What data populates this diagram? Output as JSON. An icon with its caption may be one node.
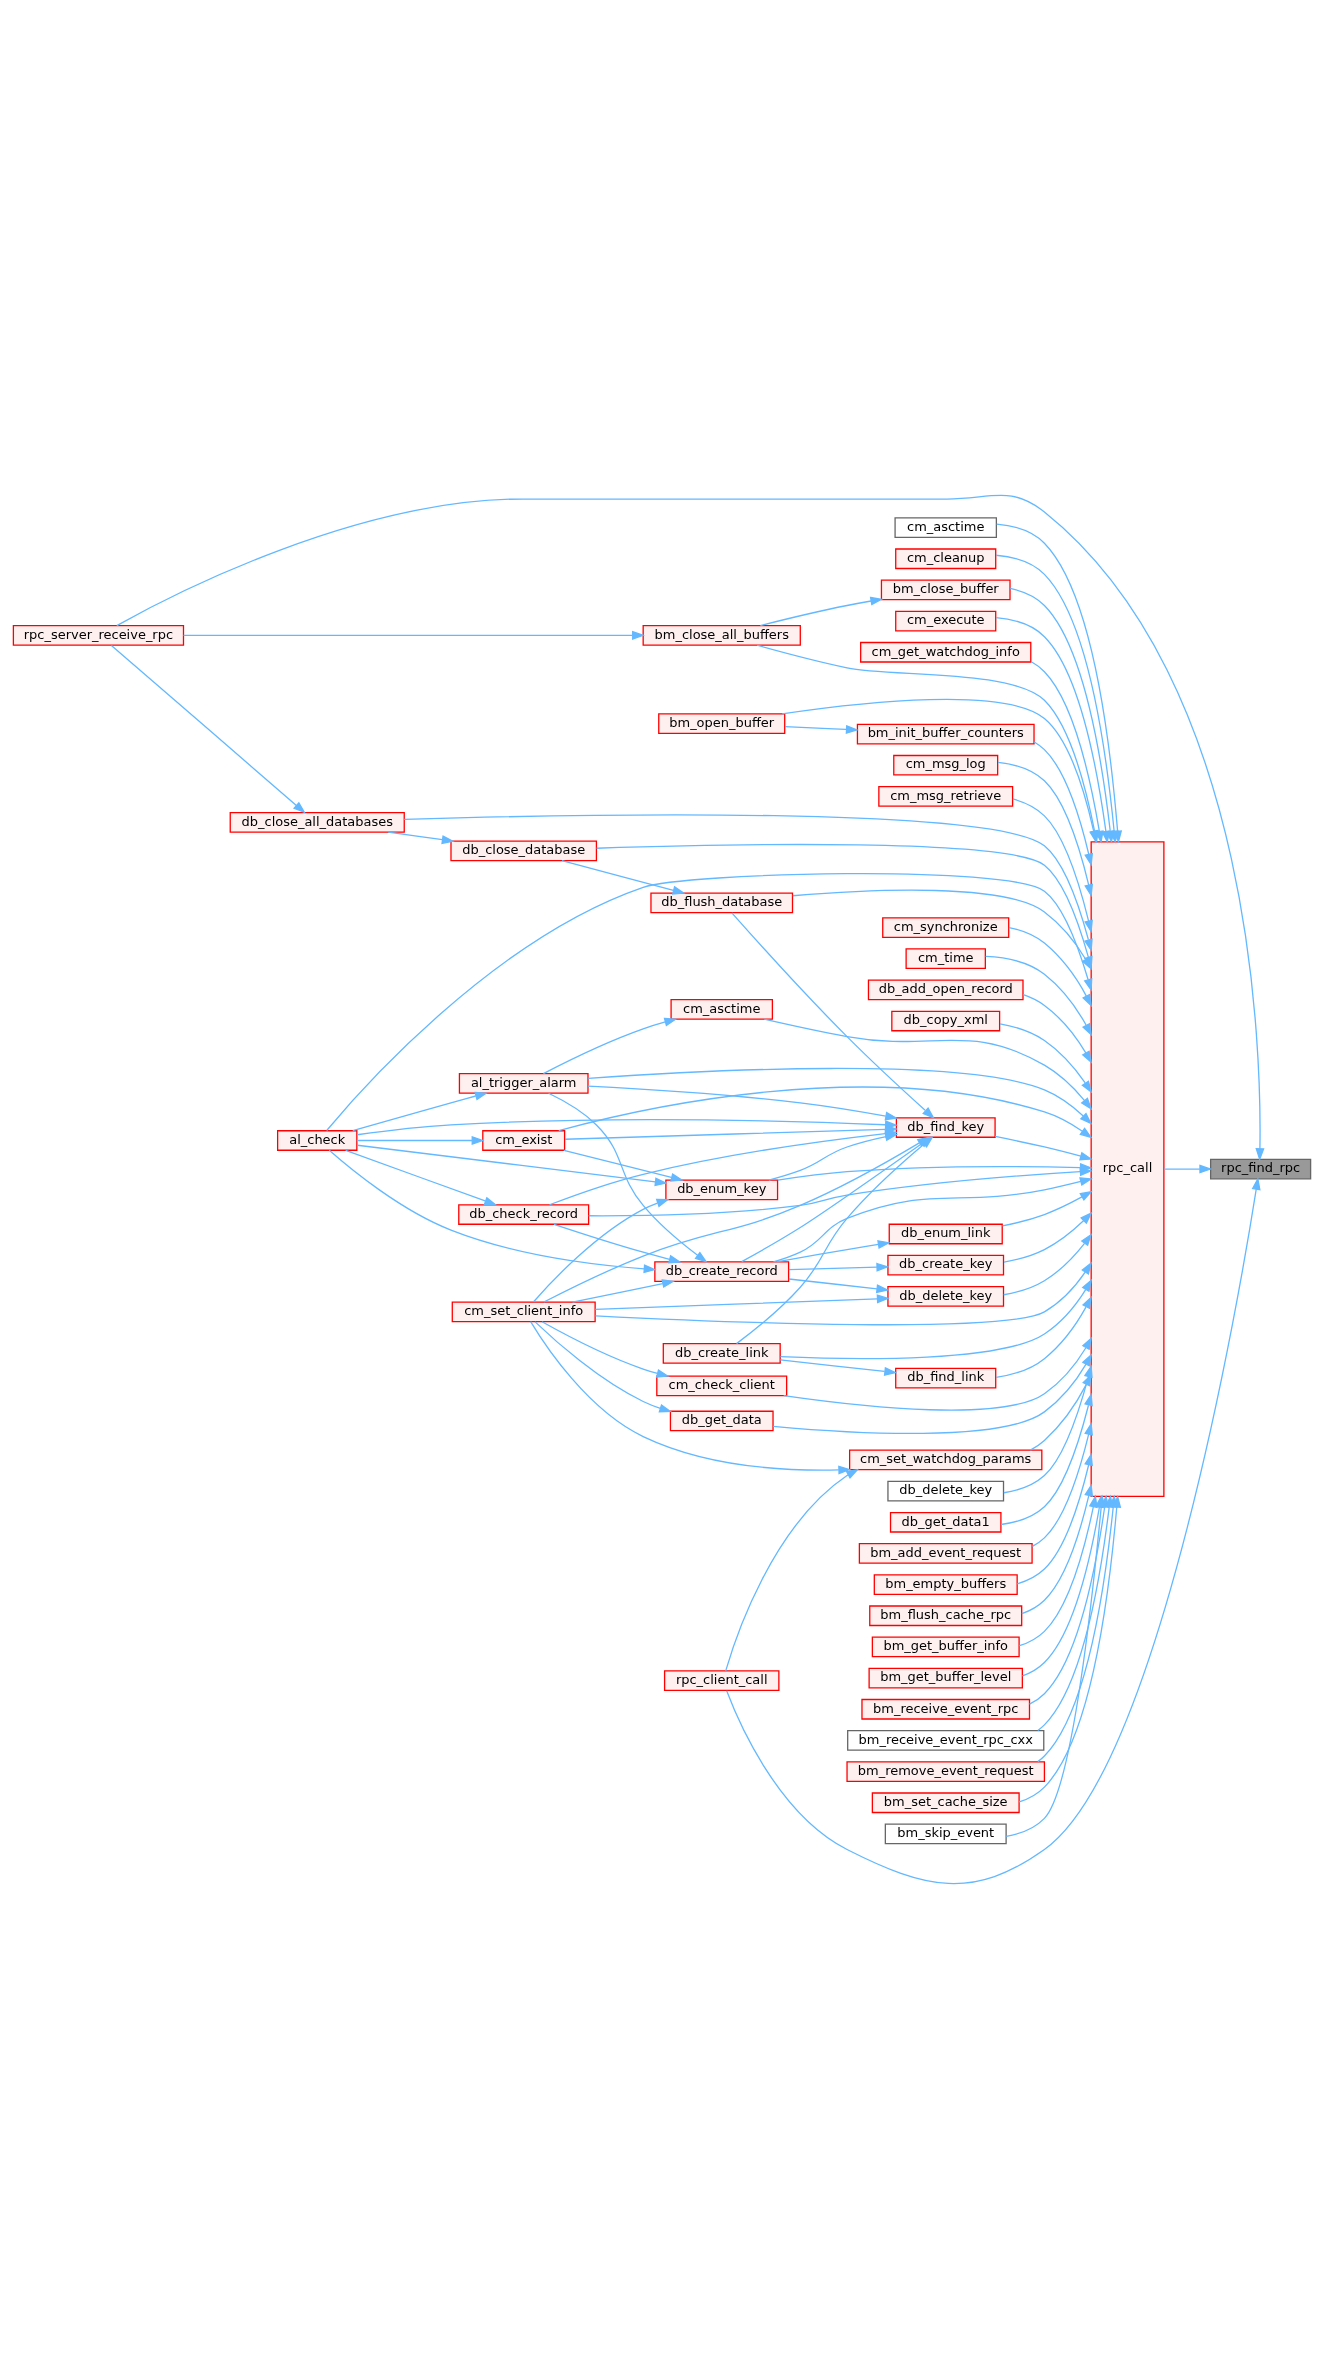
{
  "diagram": {
    "nodes": [
      {
        "text": [
          "rpc_find_rpc"
        ]
      },
      {
        "text": [
          "rpc_server_receive_rpc"
        ]
      },
      {
        "text": [
          "db_close_all_databases"
        ]
      },
      {
        "text": [
          "db_close_database"
        ]
      },
      {
        "text": [
          "rpc_client_call"
        ]
      },
      {
        "text": [
          "db_flush_database"
        ]
      },
      {
        "text": [
          "rpc_call"
        ]
      },
      {
        "text": [
          "cm_synchronize"
        ]
      },
      {
        "text": [
          "cm_time"
        ]
      },
      {
        "text": [
          "db_add_open_record"
        ]
      },
      {
        "text": [
          "db_copy_xml"
        ]
      },
      {
        "text": [
          "db_check_record"
        ]
      },
      {
        "text": [
          "cm_set_watchdog_params"
        ]
      },
      {
        "text": [
          "db_create_record"
        ]
      },
      {
        "text": [
          "db_enum_link"
        ]
      },
      {
        "text": [
          "db_create_key"
        ]
      },
      {
        "text": [
          "db_delete_key"
        ]
      },
      {
        "text": [
          "al_check"
        ]
      },
      {
        "text": [
          "al_trigger_alarm"
        ]
      },
      {
        "text": [
          "cm_asctime"
        ]
      },
      {
        "text": [
          "db_find_key"
        ]
      },
      {
        "text": [
          "cm_set_client_info"
        ]
      },
      {
        "text": [
          "cm_check_client"
        ]
      },
      {
        "text": [
          "db_get_data"
        ]
      },
      {
        "text": [
          "db_delete_key"
        ]
      },
      {
        "text": [
          "db_enum_key"
        ]
      },
      {
        "text": [
          "cm_exist"
        ]
      },
      {
        "text": [
          "db_get_data1"
        ]
      },
      {
        "text": [
          "db_create_link"
        ]
      },
      {
        "text": [
          "db_find_link"
        ]
      },
      {
        "text": [
          "bm_close_all_buffers"
        ]
      },
      {
        "text": [
          "bm_close_buffer"
        ]
      },
      {
        "text": [
          "bm_add_event_request"
        ]
      },
      {
        "text": [
          "bm_empty_buffers"
        ]
      },
      {
        "text": [
          "bm_flush_cache_rpc"
        ]
      },
      {
        "text": [
          "bm_get_buffer_info"
        ]
      },
      {
        "text": [
          "bm_get_buffer_level"
        ]
      },
      {
        "text": [
          "bm_open_buffer"
        ]
      },
      {
        "text": [
          "bm_init_buffer_counters"
        ]
      },
      {
        "text": [
          "bm_receive_event_rpc"
        ]
      },
      {
        "text": [
          "bm_receive_event_rpc_cxx"
        ]
      },
      {
        "text": [
          "bm_remove_event_request"
        ]
      },
      {
        "text": [
          "bm_set_cache_size"
        ]
      },
      {
        "text": [
          "bm_skip_event"
        ]
      },
      {
        "text": [
          "cm_asctime"
        ]
      },
      {
        "text": [
          "cm_cleanup"
        ]
      },
      {
        "text": [
          "cm_execute"
        ]
      },
      {
        "text": [
          "cm_get_watchdog_info"
        ]
      },
      {
        "text": [
          "cm_msg_log"
        ]
      },
      {
        "text": [
          "cm_msg_retrieve"
        ]
      }
    ],
    "edges": [
      {
        "from": 1,
        "to": 0,
        "arrow": "to"
      },
      {
        "from": 4,
        "to": 0,
        "arrow": "to"
      },
      {
        "from": 6,
        "to": 0,
        "arrow": "to"
      },
      {
        "from": 1,
        "to": 2,
        "arrow": "to"
      },
      {
        "from": 1,
        "to": 30,
        "arrow": "to"
      },
      {
        "from": 2,
        "to": 3,
        "arrow": "to"
      },
      {
        "from": 2,
        "to": 6,
        "arrow": "to"
      },
      {
        "from": 3,
        "to": 5,
        "arrow": "to"
      },
      {
        "from": 3,
        "to": 6,
        "arrow": "to"
      },
      {
        "from": 4,
        "to": 12,
        "arrow": "to"
      },
      {
        "from": 5,
        "to": 6,
        "arrow": "to"
      },
      {
        "from": 5,
        "to": 20,
        "arrow": "to"
      },
      {
        "from": 7,
        "to": 6,
        "arrow": "to"
      },
      {
        "from": 8,
        "to": 6,
        "arrow": "to"
      },
      {
        "from": 9,
        "to": 6,
        "arrow": "to"
      },
      {
        "from": 10,
        "to": 6,
        "arrow": "to"
      },
      {
        "from": 11,
        "to": 6,
        "arrow": "to"
      },
      {
        "from": 11,
        "to": 13,
        "arrow": "to"
      },
      {
        "from": 11,
        "to": 20,
        "arrow": "to"
      },
      {
        "from": 12,
        "to": 6,
        "arrow": "to"
      },
      {
        "from": 13,
        "to": 14,
        "arrow": "to"
      },
      {
        "from": 13,
        "to": 6,
        "arrow": "to"
      },
      {
        "from": 13,
        "to": 15,
        "arrow": "to"
      },
      {
        "from": 13,
        "to": 16,
        "arrow": "to"
      },
      {
        "from": 13,
        "to": 20,
        "arrow": "to"
      },
      {
        "from": 14,
        "to": 6,
        "arrow": "to"
      },
      {
        "from": 15,
        "to": 6,
        "arrow": "to"
      },
      {
        "from": 16,
        "to": 6,
        "arrow": "to"
      },
      {
        "from": 17,
        "to": 11,
        "arrow": "to"
      },
      {
        "from": 17,
        "to": 13,
        "arrow": "to"
      },
      {
        "from": 17,
        "to": 18,
        "arrow": "to"
      },
      {
        "from": 17,
        "to": 6,
        "arrow": "to"
      },
      {
        "from": 17,
        "to": 20,
        "arrow": "to"
      },
      {
        "from": 17,
        "to": 25,
        "arrow": "to"
      },
      {
        "from": 17,
        "to": 26,
        "arrow": "to"
      },
      {
        "from": 18,
        "to": 13,
        "arrow": "to"
      },
      {
        "from": 18,
        "to": 19,
        "arrow": "to"
      },
      {
        "from": 18,
        "to": 6,
        "arrow": "to"
      },
      {
        "from": 18,
        "to": 20,
        "arrow": "to"
      },
      {
        "from": 19,
        "to": 6,
        "arrow": "to"
      },
      {
        "from": 20,
        "to": 6,
        "arrow": "to"
      },
      {
        "from": 21,
        "to": 12,
        "arrow": "to"
      },
      {
        "from": 21,
        "to": 13,
        "arrow": "to"
      },
      {
        "from": 21,
        "to": 16,
        "arrow": "to"
      },
      {
        "from": 21,
        "to": 20,
        "arrow": "to"
      },
      {
        "from": 21,
        "to": 22,
        "arrow": "to"
      },
      {
        "from": 21,
        "to": 23,
        "arrow": "to"
      },
      {
        "from": 21,
        "to": 25,
        "arrow": "to"
      },
      {
        "from": 21,
        "to": 6,
        "arrow": "to"
      },
      {
        "from": 22,
        "to": 6,
        "arrow": "to"
      },
      {
        "from": 23,
        "to": 6,
        "arrow": "to"
      },
      {
        "from": 24,
        "to": 6,
        "arrow": "to"
      },
      {
        "from": 25,
        "to": 20,
        "arrow": "to"
      },
      {
        "from": 25,
        "to": 6,
        "arrow": "to"
      },
      {
        "from": 26,
        "to": 25,
        "arrow": "to"
      },
      {
        "from": 26,
        "to": 20,
        "arrow": "to"
      },
      {
        "from": 26,
        "to": 6,
        "arrow": "to"
      },
      {
        "from": 27,
        "to": 6,
        "arrow": "to"
      },
      {
        "from": 28,
        "to": 20,
        "arrow": "to"
      },
      {
        "from": 28,
        "to": 6,
        "arrow": "to"
      },
      {
        "from": 28,
        "to": 29,
        "arrow": "to"
      },
      {
        "from": 29,
        "to": 6,
        "arrow": "to"
      },
      {
        "from": 30,
        "to": 6,
        "arrow": "to"
      },
      {
        "from": 30,
        "to": 31,
        "arrow": "to"
      },
      {
        "from": 31,
        "to": 6,
        "arrow": "to"
      },
      {
        "from": 32,
        "to": 6,
        "arrow": "to"
      },
      {
        "from": 33,
        "to": 6,
        "arrow": "to"
      },
      {
        "from": 34,
        "to": 6,
        "arrow": "to"
      },
      {
        "from": 35,
        "to": 6,
        "arrow": "to"
      },
      {
        "from": 36,
        "to": 6,
        "arrow": "to"
      },
      {
        "from": 37,
        "to": 6,
        "arrow": "to"
      },
      {
        "from": 37,
        "to": 38,
        "arrow": "to"
      },
      {
        "from": 38,
        "to": 6,
        "arrow": "to"
      },
      {
        "from": 39,
        "to": 6,
        "arrow": "to"
      },
      {
        "from": 40,
        "to": 6,
        "arrow": "to"
      },
      {
        "from": 41,
        "to": 6,
        "arrow": "to"
      },
      {
        "from": 42,
        "to": 6,
        "arrow": "to"
      },
      {
        "from": 43,
        "to": 6,
        "arrow": "to"
      },
      {
        "from": 44,
        "to": 6,
        "arrow": "to"
      },
      {
        "from": 45,
        "to": 6,
        "arrow": "to"
      },
      {
        "from": 46,
        "to": 6,
        "arrow": "to"
      },
      {
        "from": 47,
        "to": 6,
        "arrow": "to"
      },
      {
        "from": 48,
        "to": 6,
        "arrow": "to"
      },
      {
        "from": 49,
        "to": 6,
        "arrow": "to"
      }
    ]
  }
}
